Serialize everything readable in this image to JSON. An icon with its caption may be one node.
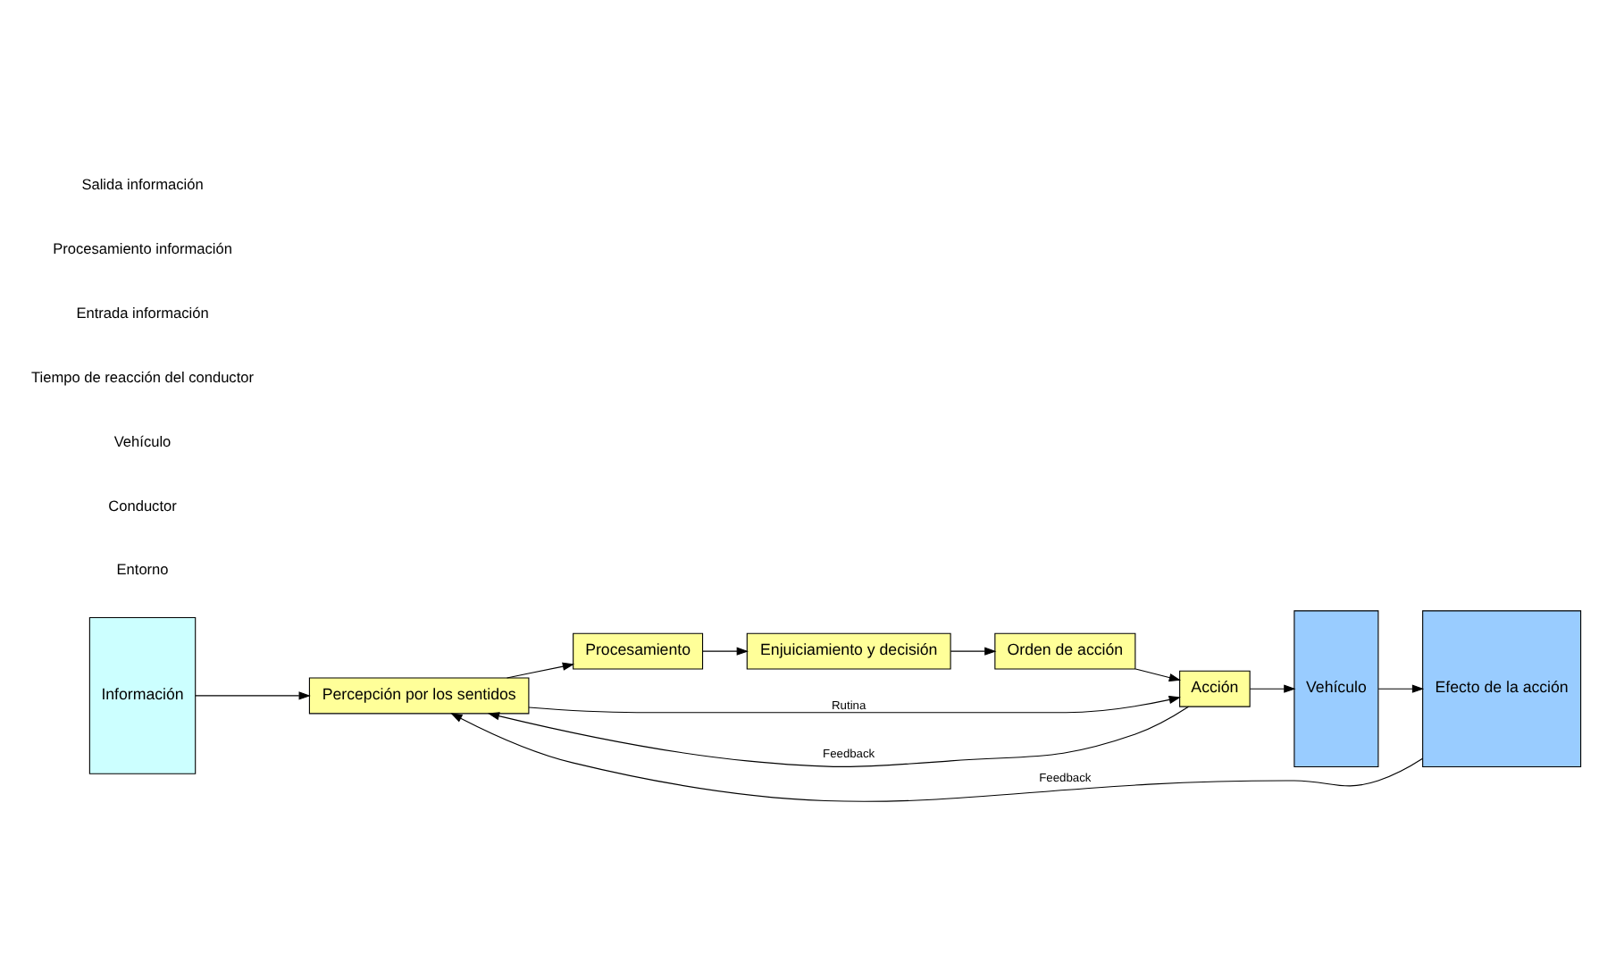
{
  "diagram": {
    "nodes": [
      {
        "text": [
          "Información"
        ]
      },
      {
        "text": [
          "Percepción por los sentidos"
        ]
      },
      {
        "text": [
          "Procesamiento"
        ]
      },
      {
        "text": [
          "Enjuiciamiento y decisión"
        ]
      },
      {
        "text": [
          "Orden de acción"
        ]
      },
      {
        "text": [
          "Acción"
        ]
      },
      {
        "text": [
          "Vehículo"
        ]
      },
      {
        "text": [
          "Efecto de la acción"
        ]
      }
    ],
    "edges": [
      {
        "from": 0,
        "to": 1,
        "arrow": "to"
      },
      {
        "from": 1,
        "to": 2,
        "arrow": "to"
      },
      {
        "from": 2,
        "to": 3,
        "arrow": "to"
      },
      {
        "from": 3,
        "to": 4,
        "arrow": "to"
      },
      {
        "from": 4,
        "to": 5,
        "arrow": "to"
      },
      {
        "from": 5,
        "to": 6,
        "arrow": "to"
      },
      {
        "from": 6,
        "to": 7,
        "arrow": "to"
      },
      {
        "from": 1,
        "to": 5,
        "arrow": "to",
        "label": "Rutina"
      },
      {
        "from": 5,
        "to": 1,
        "arrow": "to",
        "label": "Feedback"
      },
      {
        "from": 7,
        "to": 1,
        "arrow": "to",
        "label": "Feedback"
      }
    ],
    "labels": [
      "Entorno",
      "Conductor",
      "Vehículo",
      "Tiempo de reacción del conductor",
      "Entrada información",
      "Procesamiento información",
      "Salida información"
    ]
  }
}
